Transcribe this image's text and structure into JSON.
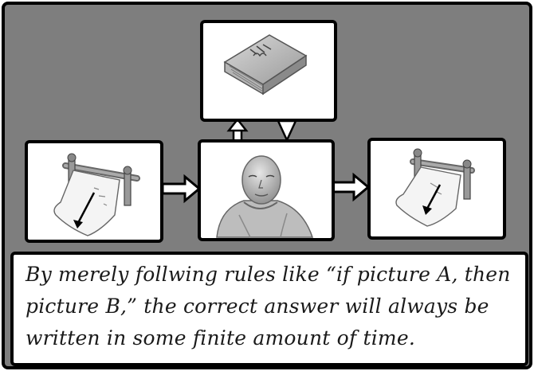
{
  "caption": "By merely follwing rules like “if picture A, then picture B,” the correct answer will always be written in some finite amount of time.",
  "panels": [
    {
      "name": "left-panel",
      "depicts": "scroll-on-easel-with-arrow"
    },
    {
      "name": "top-panel",
      "depicts": "rule-book"
    },
    {
      "name": "center-panel",
      "depicts": "monk-figure"
    },
    {
      "name": "right-panel",
      "depicts": "scroll-on-easel-with-arrow"
    }
  ],
  "colors": {
    "background": "#7e7e7e",
    "panel_fill": "#ffffff",
    "stroke": "#000000",
    "sketch": "#555555",
    "arrow_fill": "#ffffff"
  }
}
